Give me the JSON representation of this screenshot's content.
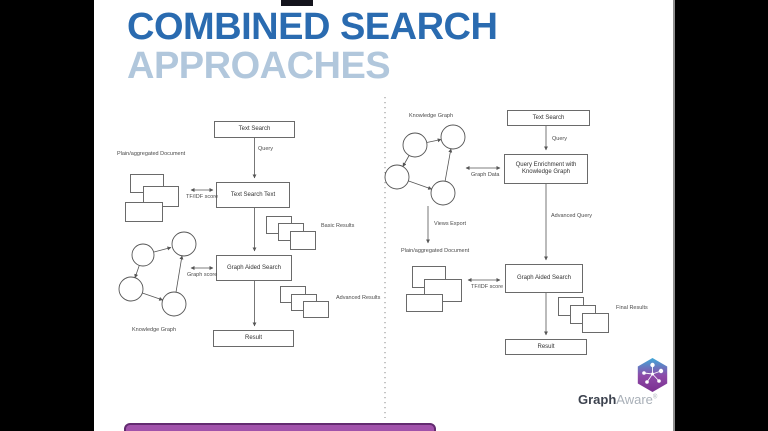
{
  "window": {
    "background": "#000000",
    "slide_background": "#ffffff"
  },
  "title": {
    "line1": "COMBINED SEARCH",
    "line2": "APPROACHES",
    "line1_color": "#2a6bb0",
    "line2_color": "#b1c7dc"
  },
  "left_flow": {
    "box_text_search": "Text Search",
    "box_text_search_text": "Text Search Text",
    "box_graph_aided_search": "Graph Aided Search",
    "box_result": "Result",
    "lbl_query": "Query",
    "lbl_plain_doc": "Plain/aggregated Document",
    "lbl_tfidf": "TF/IDF score",
    "lbl_basic_results": "Basic Results",
    "lbl_graph_score": "Graph score",
    "lbl_knowledge_graph": "Knowledge Graph",
    "lbl_advanced_results": "Advanced Results"
  },
  "right_flow": {
    "box_text_search": "Text Search",
    "box_query_enrichment": "Query Enrichment with Knowledge Graph",
    "box_graph_aided_search": "Graph Aided Search",
    "box_result": "Result",
    "lbl_knowledge_graph": "Knowledge Graph",
    "lbl_query": "Query",
    "lbl_graph_data": "Graph Data",
    "lbl_advanced_query": "Advanced Query",
    "lbl_views_export": "Views Export",
    "lbl_plain_doc": "Plain/aggregated Document",
    "lbl_tfidf": "TF/IDF score",
    "lbl_final_results": "Final Results"
  },
  "logo": {
    "name_bold": "Graph",
    "name_light": "Aware",
    "registered": "®",
    "hex_top_color": "#3fa8d8",
    "hex_bottom_color": "#7a2f90"
  },
  "footer": {
    "bar_color": "#a152ab"
  }
}
